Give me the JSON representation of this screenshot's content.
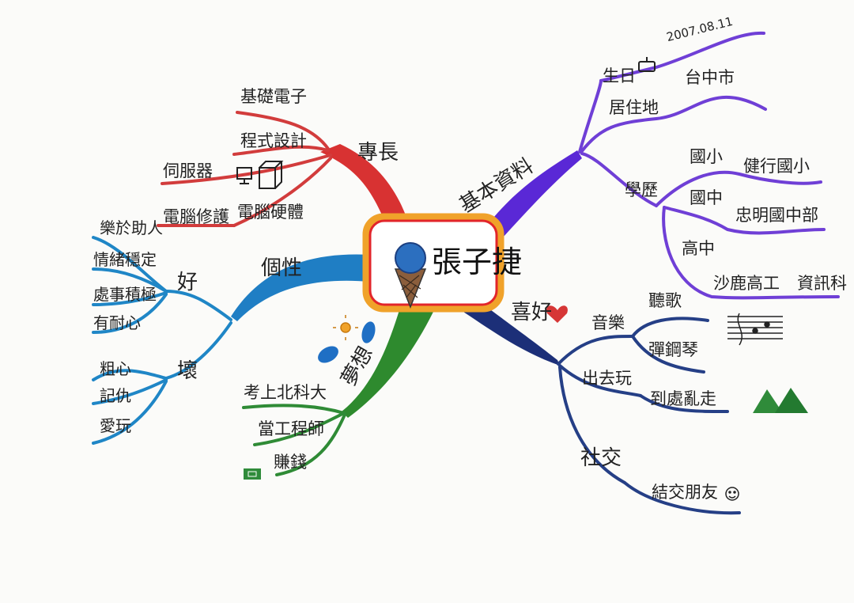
{
  "center": {
    "name": "張子捷"
  },
  "branches": {
    "specialty": {
      "label": "專長",
      "color": "#d03c3c",
      "items": [
        "基礎電子",
        "程式設計",
        "伺服器",
        "電腦修護",
        "電腦硬體"
      ]
    },
    "basic_info": {
      "label": "基本資料",
      "color": "#5b2ed3",
      "birthday": {
        "label": "生日",
        "value": "2007.08.11"
      },
      "residence": {
        "label": "居住地",
        "value": "台中市"
      },
      "education": {
        "label": "學歷",
        "levels": [
          {
            "label": "國小",
            "value": "健行國小"
          },
          {
            "label": "國中",
            "value": "忠明國中部"
          },
          {
            "label": "高中",
            "value": "沙鹿高工",
            "extra": "資訊科"
          }
        ]
      }
    },
    "personality": {
      "label": "個性",
      "color": "#1f7ec2",
      "good": {
        "label": "好",
        "items": [
          "樂於助人",
          "情緒穩定",
          "處事積極",
          "有耐心"
        ]
      },
      "bad": {
        "label": "壞",
        "items": [
          "粗心",
          "記仇",
          "愛玩"
        ]
      }
    },
    "dream": {
      "label": "夢想",
      "color": "#2e8b2e",
      "items": [
        "考上北科大",
        "當工程師",
        "賺錢"
      ]
    },
    "hobby": {
      "label": "喜好",
      "color": "#233b7a",
      "music": {
        "label": "音樂",
        "items": [
          "聽歌",
          "彈鋼琴"
        ]
      },
      "outing": {
        "label": "出去玩",
        "items": [
          "到處亂走"
        ]
      },
      "social": {
        "label": "社交",
        "items": [
          "結交朋友"
        ]
      }
    }
  }
}
